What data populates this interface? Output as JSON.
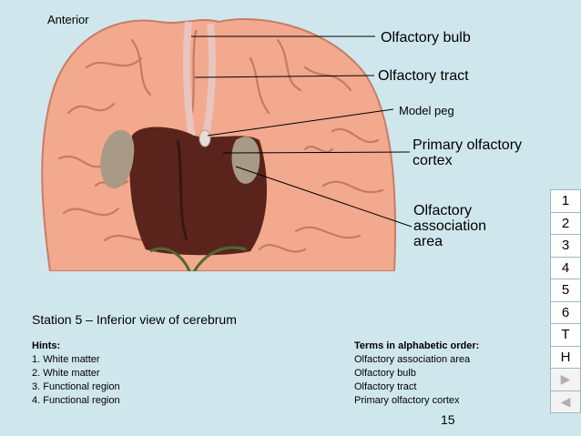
{
  "labels": {
    "anterior": "Anterior",
    "olfactory_bulb": "Olfactory bulb",
    "olfactory_tract": "Olfactory tract",
    "model_peg": "Model peg",
    "primary_olfactory_cortex_1": "Primary olfactory",
    "primary_olfactory_cortex_2": "cortex",
    "olfactory_association_1": "Olfactory",
    "olfactory_association_2": "association",
    "olfactory_association_3": "area"
  },
  "station_title": "Station 5 – Inferior view of cerebrum",
  "hints": {
    "heading": "Hints:",
    "items": [
      "1.  White matter",
      "2.  White matter",
      "3.  Functional region",
      "4.  Functional region"
    ]
  },
  "terms": {
    "heading": "Terms in alphabetic order:",
    "items": [
      "Olfactory association area",
      "Olfactory bulb",
      "Olfactory tract",
      "Primary olfactory cortex"
    ]
  },
  "page_number": "15",
  "nav": {
    "buttons": [
      "1",
      "2",
      "3",
      "4",
      "5",
      "6",
      "T",
      "H"
    ],
    "next_icon": "play-right-icon",
    "prev_icon": "play-left-icon"
  },
  "colors": {
    "background": "#cfe7ec",
    "brain": "#f2a98e",
    "cavity": "#5a241d",
    "cortex_patch": "#a89a86"
  }
}
